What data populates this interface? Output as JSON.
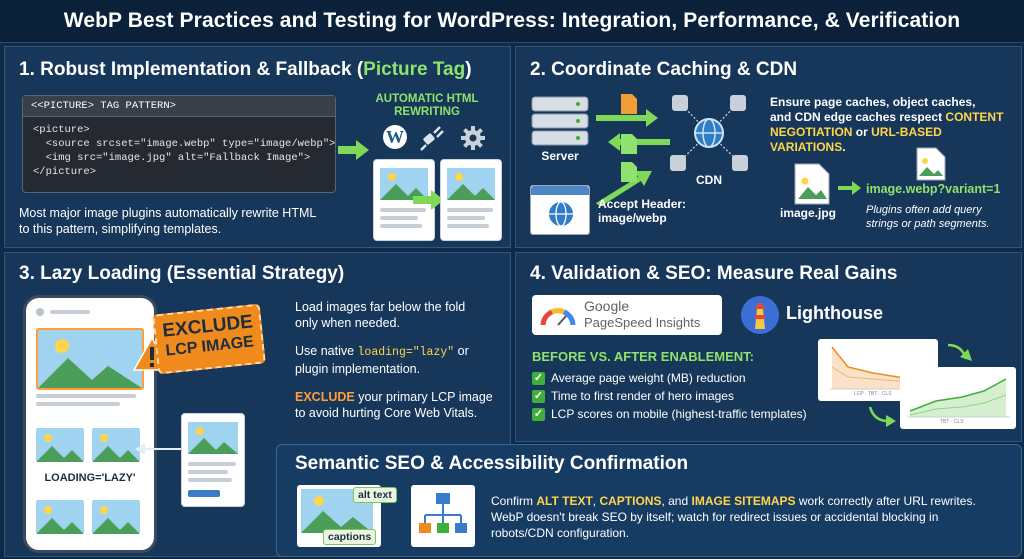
{
  "title": "WebP Best Practices and Testing for WordPress: Integration, Performance, & Verification",
  "s1": {
    "title_a": "1. Robust Implementation & Fallback (",
    "title_b": "Picture Tag",
    "title_c": ")",
    "code_header": "<<PICTURE> TAG PATTERN>",
    "code": [
      "<picture>",
      "  <source srcset=\"image.webp\" type=\"image/webp\">",
      "  <img src=\"image.jpg\" alt=\"Fallback Image\">",
      "</picture>"
    ],
    "auto_label_1": "AUTOMATIC HTML",
    "auto_label_2": "REWRITING",
    "icon_wp": "W",
    "desc_1": "Most major image plugins automatically rewrite HTML",
    "desc_2": "to this pattern, simplifying templates."
  },
  "s2": {
    "title": "2. Coordinate Caching & CDN",
    "server_label": "Server",
    "cdn_label": "CDN",
    "accept_1": "Accept Header:",
    "accept_2": "image/webp",
    "desc_1": "Ensure page caches, object caches,",
    "desc_2": "and CDN edge caches respect",
    "desc_hl_1": "CONTENT",
    "desc_hl_2": "NEGOTIATION",
    "desc_or": "or",
    "desc_hl_3": "URL-BASED VARIATIONS",
    "desc_end": ".",
    "file_jpg": "image.jpg",
    "file_webp": "image.webp?variant=1",
    "note_1": "Plugins often add query",
    "note_2": "strings or path segments."
  },
  "s3": {
    "title": "3. Lazy Loading (Essential Strategy)",
    "exclude_1": "EXCLUDE",
    "exclude_2": "LCP IMAGE",
    "lazy_label": "LOADING='LAZY'",
    "p1_1": "Load images far below the fold",
    "p1_2": "only when needed.",
    "p2_a": "Use native ",
    "p2_code": "loading=\"lazy\"",
    "p2_b": " or",
    "p2_c": "plugin implementation.",
    "p3_hl": "EXCLUDE",
    "p3_a": " your primary LCP image",
    "p3_b": "to avoid hurting Core Web Vitals."
  },
  "s4": {
    "title": "4. Validation & SEO: Measure Real Gains",
    "psi_1": "Google",
    "psi_2": "PageSpeed Insights",
    "lighthouse": "Lighthouse",
    "before_after": "BEFORE VS. AFTER ENABLEMENT:",
    "checks": [
      "Average page weight (MB) reduction",
      "Time to first render of hero images",
      "LCP scores on mobile (highest-traffic templates)"
    ],
    "chart1_legend": [
      "LCP",
      "TBT",
      "CLS"
    ],
    "chart2_legend": [
      "TBT",
      "CLS"
    ]
  },
  "s5": {
    "title": "Semantic SEO & Accessibility Confirmation",
    "alt_text": "alt text",
    "captions": "captions",
    "line1_a": "Confirm ",
    "line1_hl1": "ALT TEXT",
    "line1_b": ", ",
    "line1_hl2": "CAPTIONS",
    "line1_c": ", and ",
    "line1_hl3": "IMAGE SITEMAPS",
    "line1_d": " work correctly after URL rewrites.",
    "line2": "WebP doesn't break SEO by itself; watch for redirect issues or accidental blocking in",
    "line3": "robots/CDN configuration."
  },
  "colors": {
    "background": "#0f2a47",
    "panel": "#16365a",
    "accent_green": "#8fe36d",
    "highlight_yellow": "#ffd54a",
    "warning_orange": "#f08a1c"
  }
}
